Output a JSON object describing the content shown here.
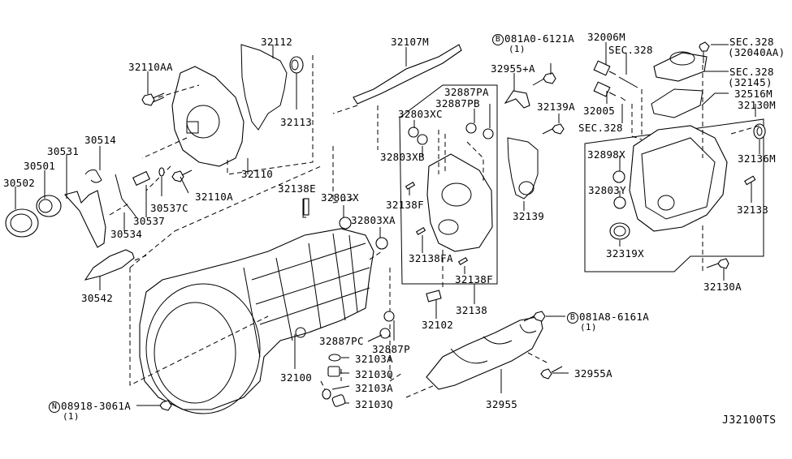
{
  "diagram": {
    "reference_code": "J32100TS",
    "labels": {
      "p32110AA": "32110AA",
      "p32112": "32112",
      "p32113": "32113",
      "p32110": "32110",
      "p32110A": "32110A",
      "p30514": "30514",
      "p30531": "30531",
      "p30501": "30501",
      "p30502": "30502",
      "p30537C": "30537C",
      "p30537": "30537",
      "p30534": "30534",
      "p30542": "30542",
      "p32107M": "32107M",
      "p081A0": "081A0-6121A",
      "p081A0_qty": "(1)",
      "p32955plusA": "32955+A",
      "p32887PA": "32887PA",
      "p32887PB": "32887PB",
      "p32803XC": "32803XC",
      "p32803XB": "32803XB",
      "p32138F_a": "32138F",
      "p32138FA": "32138FA",
      "p32138F_b": "32138F",
      "p32138": "32138",
      "p32139A": "32139A",
      "p32139": "32139",
      "p32102": "32102",
      "p32138E": "32138E",
      "p32803X": "32803X",
      "p32803XA": "32803XA",
      "p32887PC": "32887PC",
      "p32887P": "32887P",
      "p32103A_a": "32103A",
      "p32103Q_a": "32103Q",
      "p32103A_b": "32103A",
      "p32103Q_b": "32103Q",
      "p32100": "32100",
      "p08918": "08918-3061A",
      "p08918_qty": "(1)",
      "p32006M": "32006M",
      "sec328_a": "SEC.328",
      "p32005": "32005",
      "sec328_b": "SEC.328",
      "sec328_c": "SEC.328",
      "sec328_c_sub": "(32040AA)",
      "sec328_d": "SEC.328",
      "sec328_d_sub": "(32145)",
      "p32516M": "32516M",
      "p32130M": "32130M",
      "p32136M": "32136M",
      "p32898X": "32898X",
      "p32803Y": "32803Y",
      "p32133": "32133",
      "p32319X": "32319X",
      "p32130A": "32130A",
      "p081A8": "081A8-6161A",
      "p081A8_qty": "(1)",
      "p32955A": "32955A",
      "p32955": "32955"
    },
    "symbols": {
      "bolt_prefix_B": "B",
      "nut_prefix_N": "N"
    }
  }
}
